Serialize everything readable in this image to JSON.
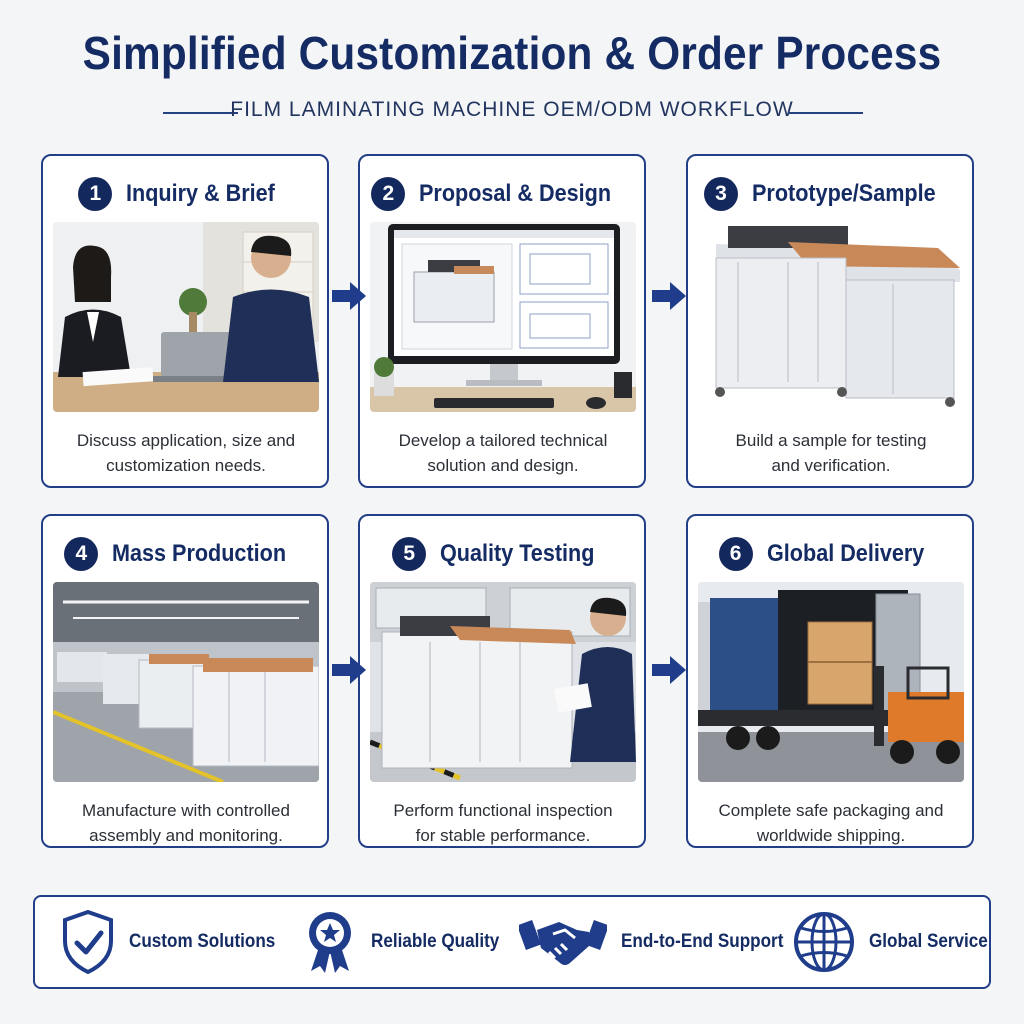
{
  "header": {
    "title": "Simplified Customization & Order Process",
    "subtitle": "FILM LAMINATING MACHINE OEM/ODM WORKFLOW"
  },
  "steps": [
    {
      "number": "1",
      "title": "Inquiry & Brief",
      "line1": "Discuss application, size and",
      "line2": "customization needs."
    },
    {
      "number": "2",
      "title": "Proposal & Design",
      "line1": "Develop a tailored technical",
      "line2": "solution and design."
    },
    {
      "number": "3",
      "title": "Prototype/Sample",
      "line1": "Build a sample for testing",
      "line2": "and verification."
    },
    {
      "number": "4",
      "title": "Mass Production",
      "line1": "Manufacture with controlled",
      "line2": "assembly and monitoring."
    },
    {
      "number": "5",
      "title": "Quality Testing",
      "line1": "Perform functional inspection",
      "line2": "for stable performance."
    },
    {
      "number": "6",
      "title": "Global Delivery",
      "line1": "Complete safe packaging and",
      "line2": "worldwide shipping."
    }
  ],
  "features": [
    {
      "label": "Custom Solutions",
      "icon": "shield-check-icon"
    },
    {
      "label": "Reliable Quality",
      "icon": "award-ribbon-icon"
    },
    {
      "label": "End-to-End Support",
      "icon": "handshake-icon"
    },
    {
      "label": "Global Service",
      "icon": "globe-icon"
    }
  ],
  "colors": {
    "navy": "#142b63",
    "border": "#223e86",
    "background": "#f4f5f7"
  }
}
